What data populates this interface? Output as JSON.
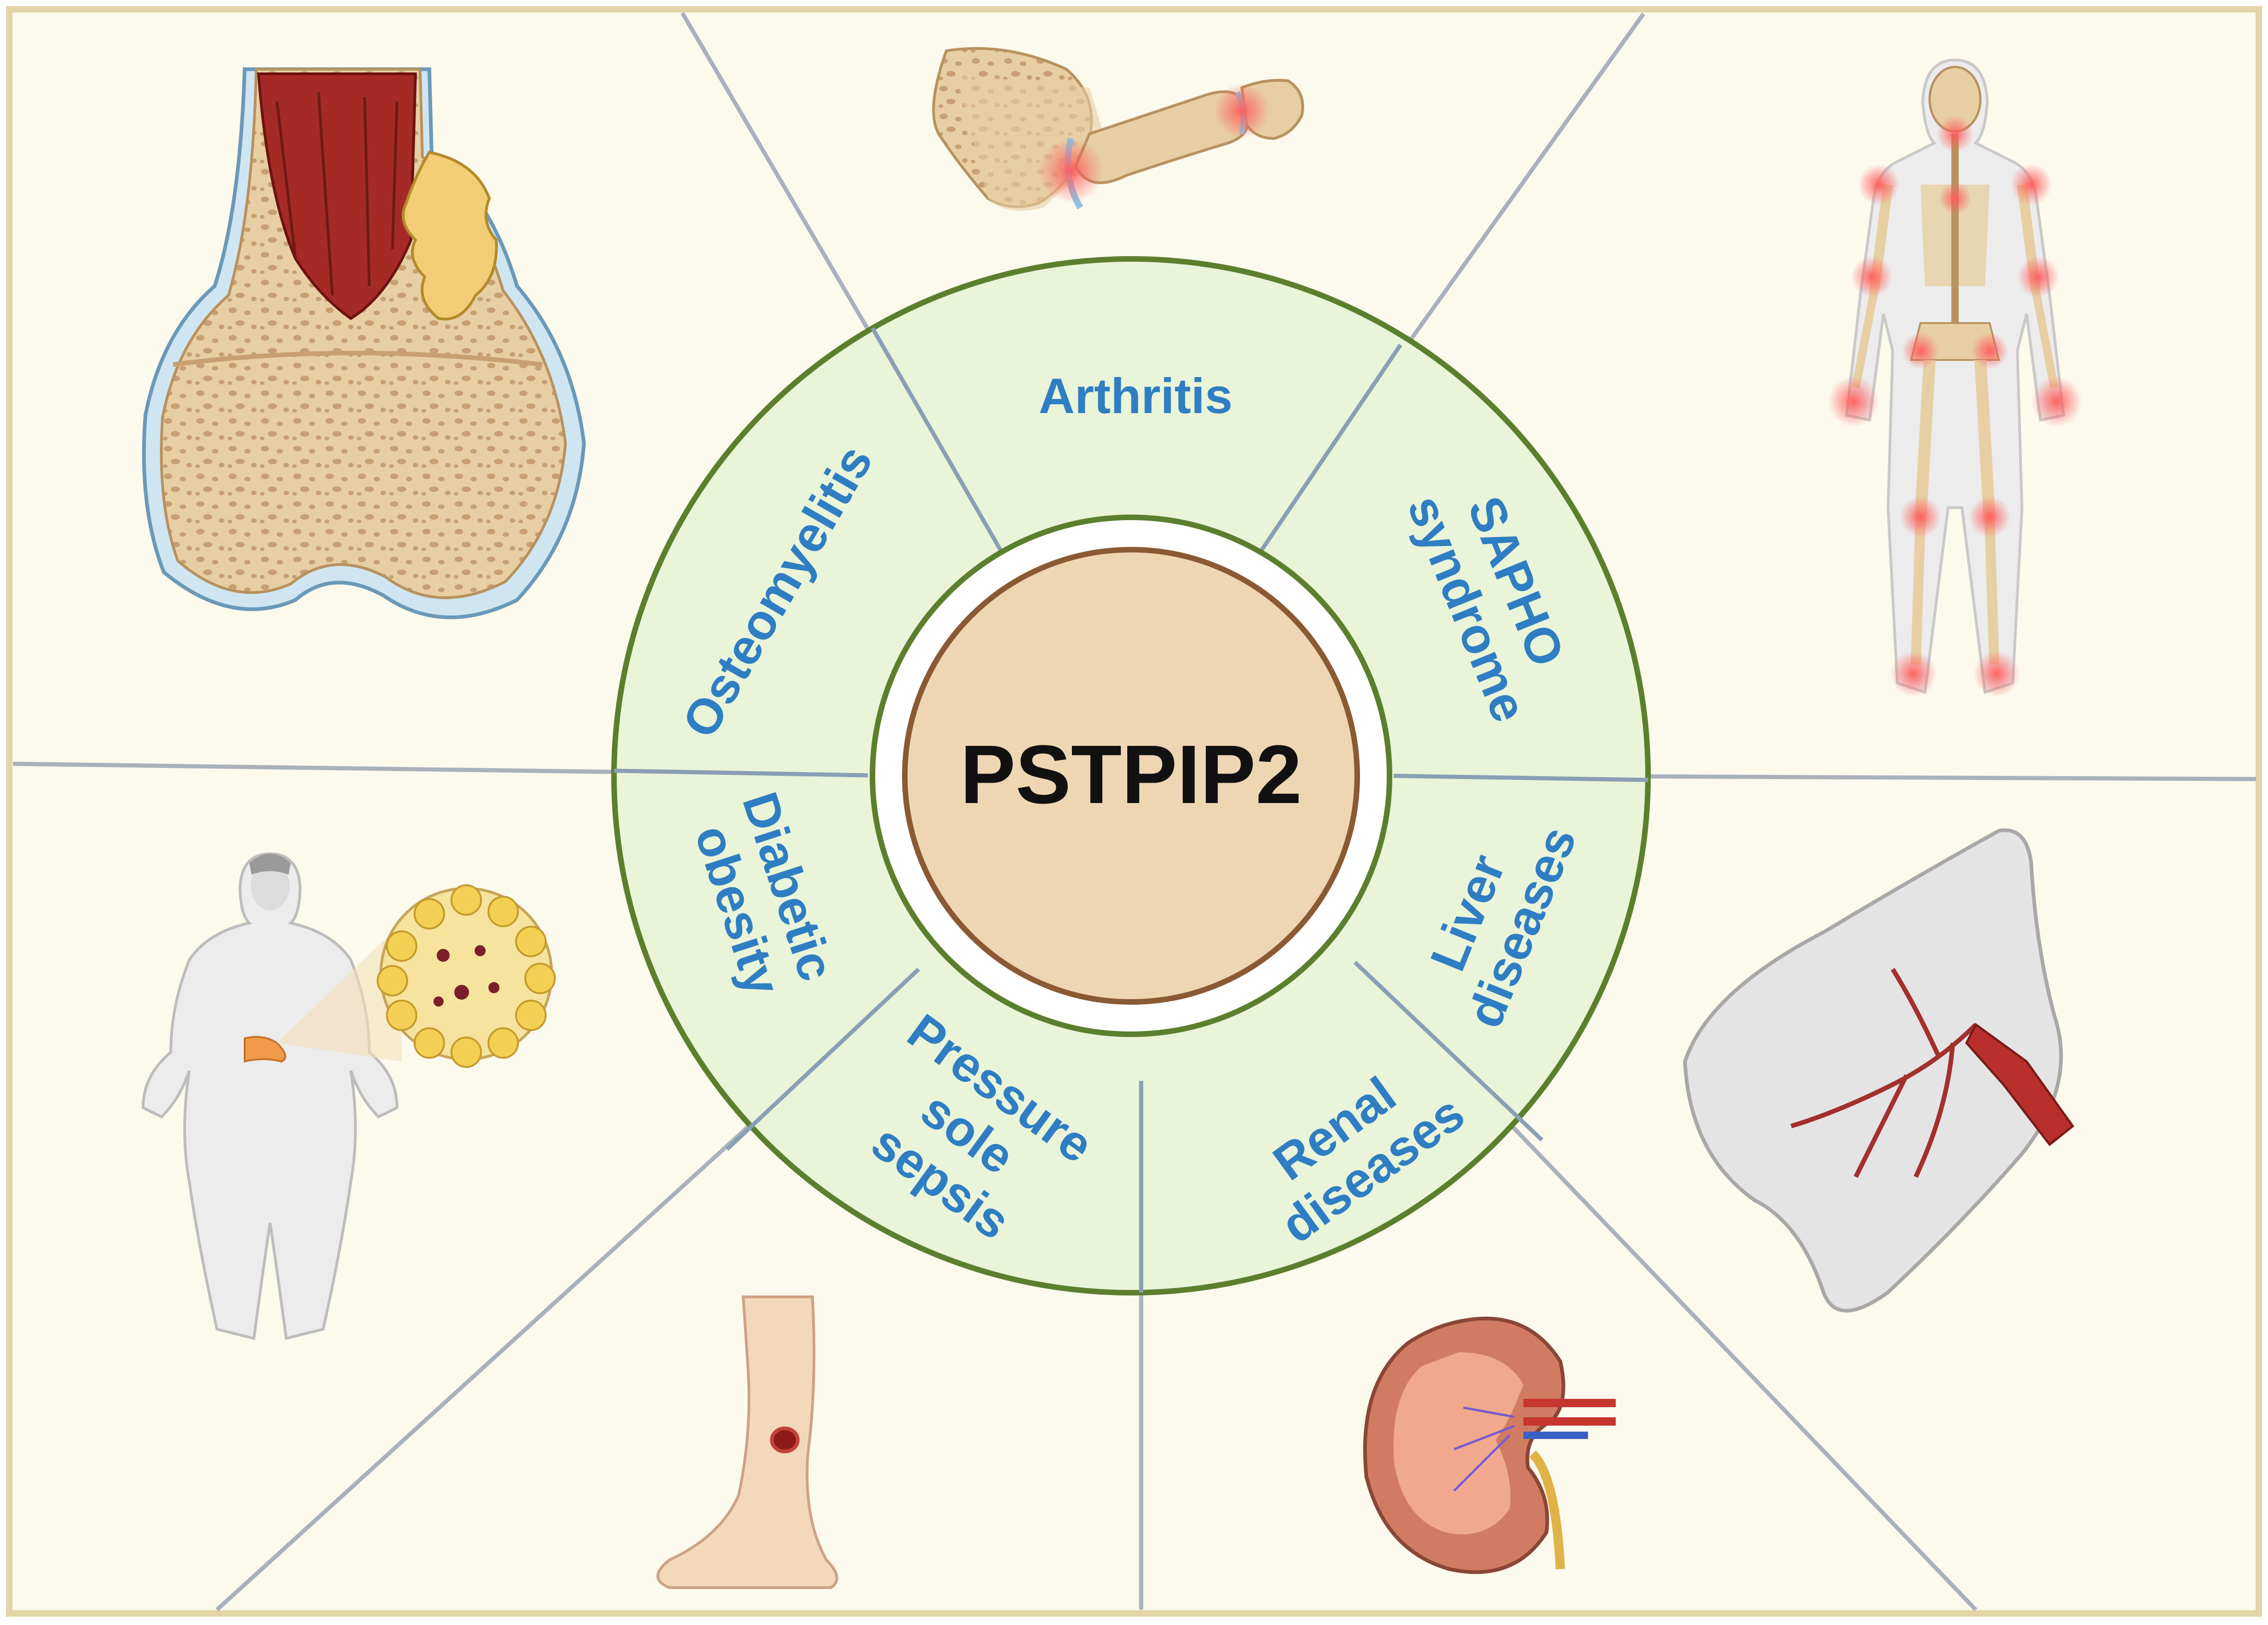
{
  "center": {
    "label": "PSTPIP2"
  },
  "diseases": [
    {
      "id": "arthritis",
      "lines": [
        "Arthritis"
      ]
    },
    {
      "id": "sapho",
      "lines": [
        "SAPHO",
        "syndrome"
      ]
    },
    {
      "id": "liver",
      "lines": [
        "Liver",
        "diseases"
      ]
    },
    {
      "id": "renal",
      "lines": [
        "Renal",
        "diseases"
      ]
    },
    {
      "id": "pressure",
      "lines": [
        "Pressure",
        "sole",
        "sepsis"
      ]
    },
    {
      "id": "diabetic",
      "lines": [
        "Diabetic",
        "obesity"
      ]
    },
    {
      "id": "osteomyelitis",
      "lines": [
        "Osteomyelitis"
      ]
    }
  ],
  "illustrations": [
    "bone-cross-section-icon",
    "finger-joint-icon",
    "skeleton-inflamed-joints-icon",
    "obese-body-adipose-icon",
    "liver-icon",
    "leg-ulcer-icon",
    "kidney-icon"
  ],
  "colors": {
    "page_bg": "#fcf9ed",
    "page_border": "#e2d6a8",
    "divider": "#a9b1bd",
    "ring_fill": "#e9f4d9",
    "ring_stroke": "#5c7f2d",
    "center_fill": "#efd6b3",
    "center_stroke": "#8a5a34",
    "center_text": "#111111",
    "label_text": "#2f7ec3"
  }
}
